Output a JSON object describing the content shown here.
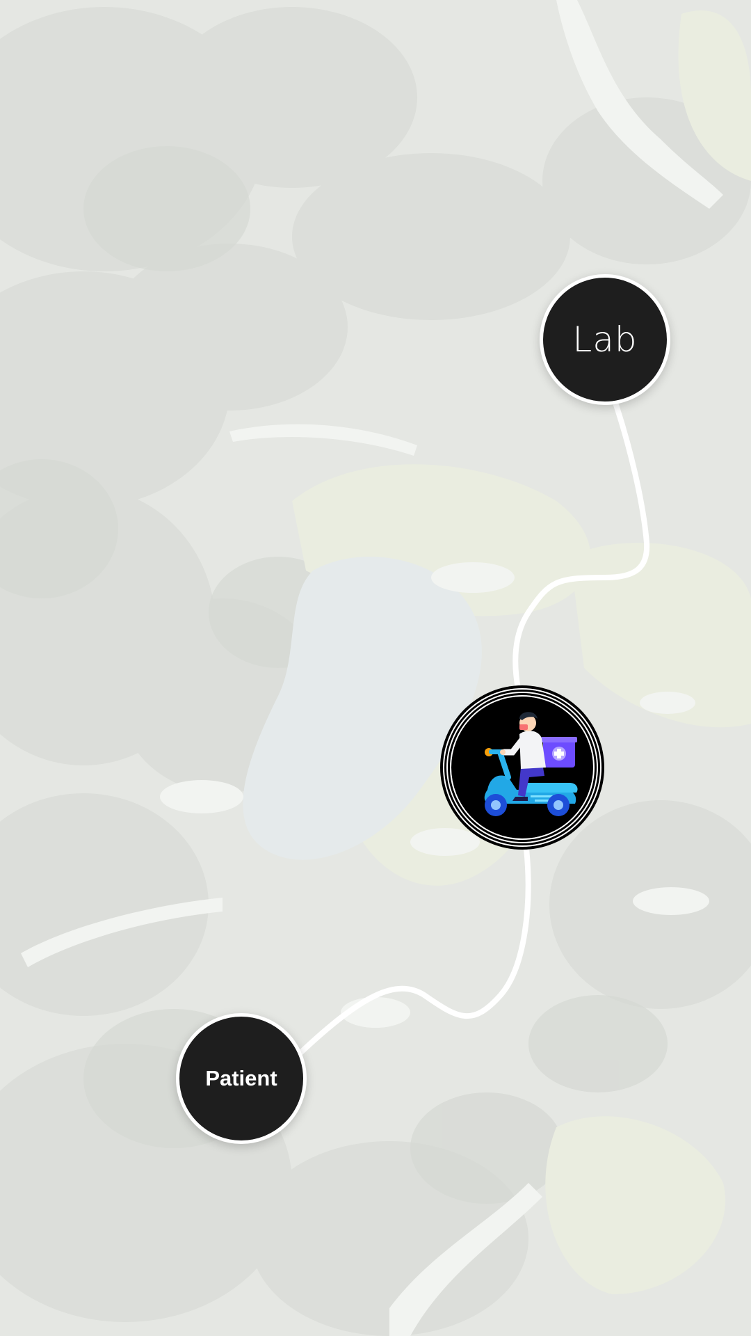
{
  "map": {
    "background": "aerial-golf-course-map",
    "overlay_color": "#ffffff"
  },
  "route": {
    "color": "#ffffff"
  },
  "stops": {
    "lab": {
      "label": "Lab"
    },
    "patient": {
      "label": "Patient"
    }
  },
  "courier": {
    "icon": "delivery-scooter-rider-icon",
    "accent": "#3b82f6",
    "box_color": "#6d4cff"
  }
}
